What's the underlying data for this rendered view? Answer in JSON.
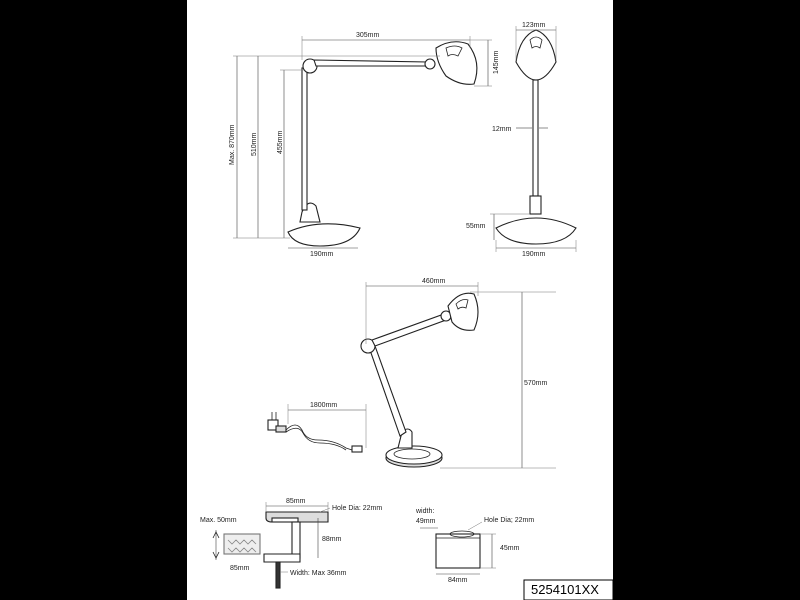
{
  "dimensions": {
    "side_arm_length": "305mm",
    "front_head_width": "123mm",
    "side_head_height": "145mm",
    "max_height": "Max. 870mm",
    "side_height_510": "510mm",
    "side_height_455": "455mm",
    "stem_diameter": "12mm",
    "base_height": "55mm",
    "side_base_width": "190mm",
    "front_base_width": "190mm",
    "extended_reach": "460mm",
    "extended_height": "570mm",
    "cable_length": "1800mm"
  },
  "clamp": {
    "top_width": "85mm",
    "hole_dia": "Hole Dia: 22mm",
    "max_thickness": "Max. 50mm",
    "height": "88mm",
    "bottom_length": "85mm",
    "width_max": "Width: Max 36mm"
  },
  "insert": {
    "width_label": "width:",
    "width_value": "49mm",
    "hole_dia": "Hole Dia; 22mm",
    "height": "45mm",
    "length": "84mm"
  },
  "product_code": "5254101XX"
}
